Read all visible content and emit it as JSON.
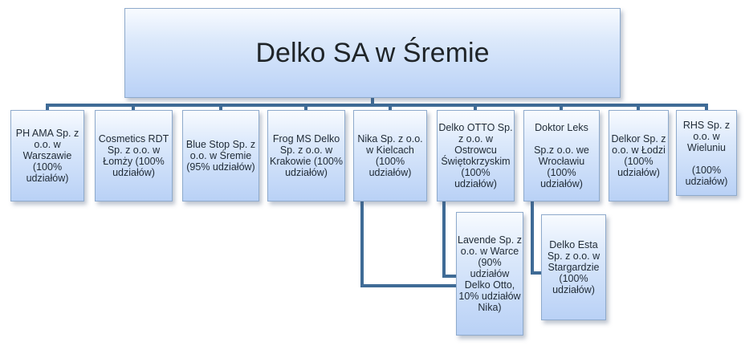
{
  "root": {
    "label": "Delko SA w Śremie"
  },
  "subsidiaries": [
    {
      "label": "PH AMA Sp. z\no.o. w\nWarszawie\n(100%\nudziałów)"
    },
    {
      "label": "Cosmetics RDT\nSp. z o.o. w\nŁomży  (100%\nudziałów)"
    },
    {
      "label": "Blue Stop Sp. z\no.o. w Śremie\n(95% udziałów)"
    },
    {
      "label": "Frog MS Delko\nSp. z o.o. w\nKrakowie (100%\nudziałów)"
    },
    {
      "label": "Nika Sp. z o.o.\nw Kielcach\n(100%\nudziałów)"
    },
    {
      "label": "Delko OTTO Sp.\nz o.o. w\nOstrowcu\nŚwiętokrzyskim\n(100%\nudziałów)"
    },
    {
      "label": "Doktor Leks\n\nSp.z o.o. we\nWrocławiu\n(100%\nudziałów)"
    },
    {
      "label": "Delkor Sp. z\no.o. w Łodzi\n(100%\nudziałów)"
    },
    {
      "label": "RHS Sp. z\no.o. w\nWieluniu\n\n(100%\nudziałów)"
    }
  ],
  "grandchildren": [
    {
      "label": "Lavende Sp. z\no.o. w Warce\n(90%\nudziałów\nDelko Otto,\n10% udziałów\nNika)"
    },
    {
      "label": "Delko Esta\nSp. z o.o. w\nStargardzie\n(100%\nudziałów)"
    }
  ],
  "colors": {
    "connector": "#3f6b96",
    "box_border": "#8eaacc",
    "box_fill_top": "#f8fbff",
    "box_fill_bottom": "#b9d1f6"
  }
}
